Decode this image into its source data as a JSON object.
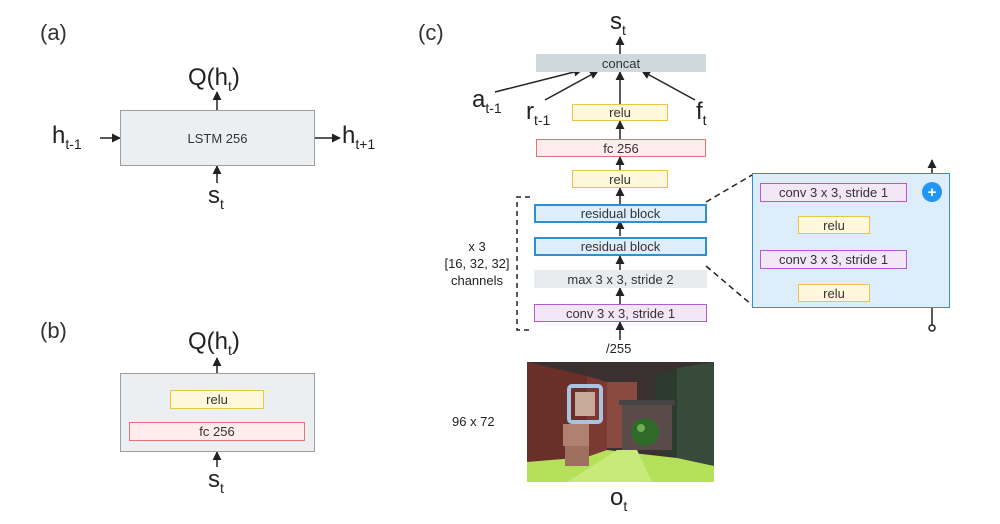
{
  "panels": {
    "a": {
      "label": "(a)",
      "output": {
        "base": "Q(h",
        "sub": "t",
        "close": ")"
      },
      "input_left": {
        "base": "h",
        "sub": "t-1"
      },
      "output_right": {
        "base": "h",
        "sub": "t+1"
      },
      "bottom": {
        "base": "s",
        "sub": "t"
      },
      "box_label": "LSTM 256"
    },
    "b": {
      "label": "(b)",
      "output": {
        "base": "Q(h",
        "sub": "t",
        "close": ")"
      },
      "relu_label": "relu",
      "fc_label": "fc 256",
      "bottom": {
        "base": "s",
        "sub": "t"
      }
    },
    "c": {
      "label": "(c)",
      "top": {
        "base": "s",
        "sub": "t"
      },
      "concat_label": "concat",
      "a_input": {
        "base": "a",
        "sub": "t-1"
      },
      "r_input": {
        "base": "r",
        "sub": "t-1"
      },
      "f_input": {
        "base": "f",
        "sub": "t"
      },
      "relu_top": "relu",
      "fc_label": "fc 256",
      "relu_mid": "relu",
      "residual_1": "residual block",
      "residual_2": "residual block",
      "maxpool": "max 3 x 3, stride 2",
      "conv": "conv 3 x 3, stride 1",
      "repeat_note": [
        "x 3",
        "[16, 32, 32]",
        "channels"
      ],
      "scale": "/255",
      "obs_size": "96 x 72",
      "obs": {
        "base": "o",
        "sub": "t"
      }
    },
    "residual_detail": {
      "conv_top": "conv 3 x 3, stride 1",
      "relu_top": "relu",
      "conv_bottom": "conv 3 x 3, stride 1",
      "relu_bottom": "relu",
      "plus_symbol": "+"
    }
  },
  "colors": {
    "gray_box": "#eceff1",
    "relu_fill": "#fff8dc",
    "relu_border": "#e8c44a",
    "fc_fill": "#ffecec",
    "fc_border": "#e57373",
    "residual_fill": "#ddeefa",
    "residual_border": "#2d8fd8",
    "conv_border": "#b55ad6",
    "concat_fill": "#cfd8dc",
    "plus_fill": "#2196f3"
  }
}
